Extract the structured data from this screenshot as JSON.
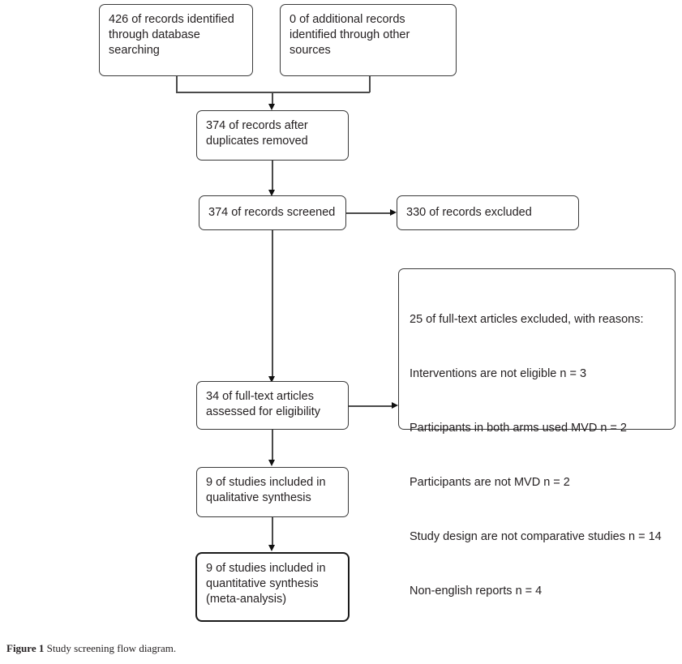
{
  "figure": {
    "caption_label": "Figure 1",
    "caption_text": "Study screening flow diagram."
  },
  "diagram": {
    "type": "prisma-flow-diagram",
    "nodes": {
      "identified_database": "426 of records identified through database searching",
      "identified_other": "0 of additional records identified through other sources",
      "duplicates_removed": "374 of records after duplicates removed",
      "records_screened": "374 of records screened",
      "records_excluded": "330 of records excluded",
      "fulltext_assessed": "34 of full-text articles assessed for eligibility",
      "qualitative_synthesis": "9 of studies included in qualitative synthesis",
      "quantitative_synthesis": "9 of studies included in quantitative synthesis (meta-analysis)"
    },
    "exclusion_reasons": {
      "heading": "25 of full-text articles excluded, with reasons:",
      "items": [
        "Interventions are not eligible n = 3",
        " Participants in both arms used MVD n = 2",
        "Participants are not MVD n = 2",
        "Study design are not comparative studies n = 14",
        "Non-english reports n = 4"
      ]
    },
    "counts": {
      "identified_database": 426,
      "identified_other": 0,
      "after_duplicates": 374,
      "screened": 374,
      "excluded_screening": 330,
      "fulltext_assessed": 34,
      "fulltext_excluded": 25,
      "included_qualitative": 9,
      "included_quantitative": 9
    },
    "colors": {
      "box_border": "#3a3a3a",
      "box_border_emphasis": "#1a1a1a",
      "connector": "#4a4a4a",
      "text": "#231f20",
      "background": "#ffffff"
    }
  }
}
